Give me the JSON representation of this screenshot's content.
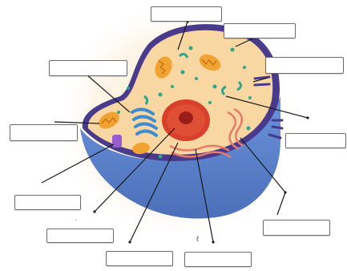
{
  "diagram": {
    "type": "animal-cell-labeling-worksheet",
    "colors": {
      "background_glow": "#fdf1dc",
      "membrane": "#4a3a8c",
      "lower_half": "#5b83cf",
      "cytoplasm": "#f9d7a3",
      "nucleus": "#d8402b",
      "nucleolus": "#9b1f18",
      "golgi": "#3f8ad0",
      "mitochondria": "#f0a330",
      "er": "#e97b6a",
      "ribosome_dots": "#2fa58c",
      "vesicles": "#2fa58c",
      "lysosome": "#9a5bd1",
      "leader_lines": "#1a1a1a",
      "label_border": "#6b6b6b"
    },
    "labels": [
      {
        "id": "top",
        "text": ""
      },
      {
        "id": "upper-right",
        "text": ""
      },
      {
        "id": "right-1",
        "text": ""
      },
      {
        "id": "left-top",
        "text": ""
      },
      {
        "id": "left-mid",
        "text": ""
      },
      {
        "id": "right-2",
        "text": ""
      },
      {
        "id": "left-lower",
        "text": ""
      },
      {
        "id": "bottom-left",
        "text": ""
      },
      {
        "id": "bottom-right",
        "text": ""
      },
      {
        "id": "bottom-center-left",
        "text": ""
      },
      {
        "id": "bottom-center-right",
        "text": ""
      }
    ]
  }
}
